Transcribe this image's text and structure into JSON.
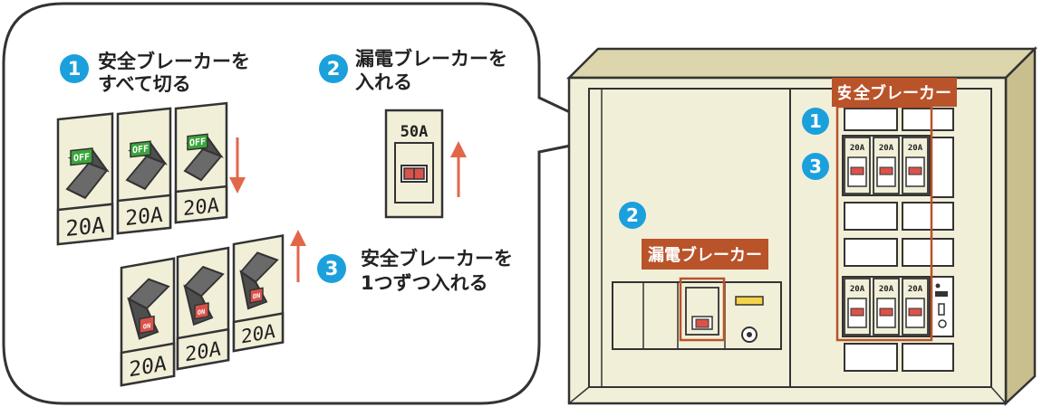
{
  "callout": {
    "step1": {
      "number": "1",
      "line1": "安全ブレーカーを",
      "line2": "すべて切る"
    },
    "step2": {
      "number": "2",
      "line1": "漏電ブレーカーを",
      "line2": "入れる"
    },
    "step3": {
      "number": "3",
      "line1": "安全ブレーカーを",
      "line2": "1つずつ入れる"
    },
    "switch_rating": "20A",
    "off_label": "OFF",
    "on_label": "ON",
    "leakage_rating": "50A"
  },
  "panel": {
    "safety_breaker_tag": "安全ブレーカー",
    "leakage_breaker_tag": "漏電ブレーカー",
    "marker1": "1",
    "marker2": "2",
    "marker3": "3",
    "mini_rating": "20A"
  },
  "colors": {
    "cream": "#f2efd9",
    "outline": "#333333",
    "accent_orange": "#b9532a",
    "step_blue": "#1ba0dc",
    "arrow_orange": "#e2674a",
    "on_red": "#d9534a",
    "off_green": "#3aa53a"
  }
}
